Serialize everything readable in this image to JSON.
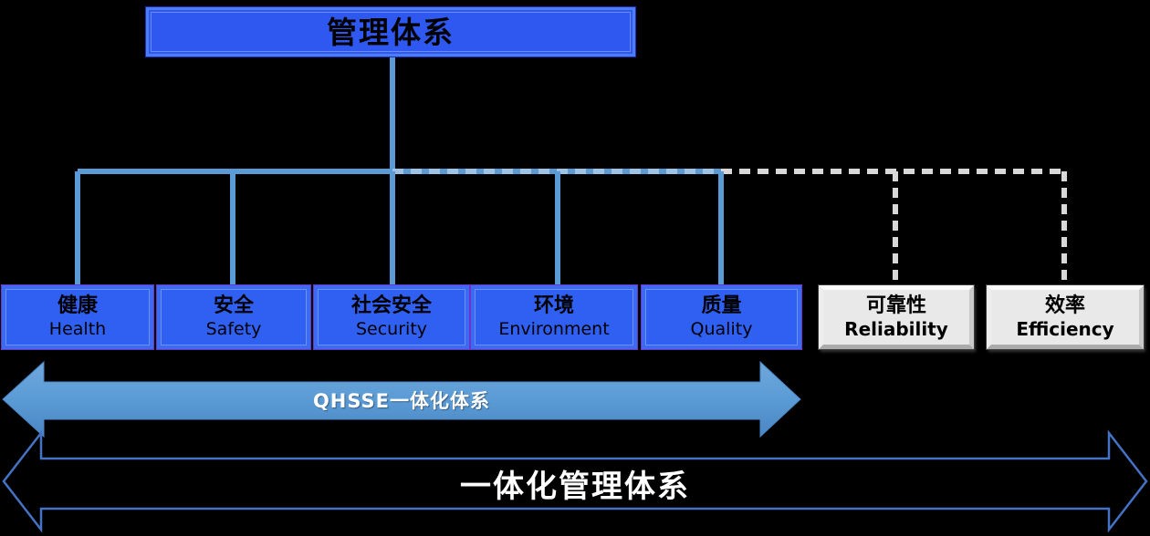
{
  "title": {
    "label": "管理体系"
  },
  "branches": [
    {
      "zh": "健康",
      "en": "Health",
      "style": "blue"
    },
    {
      "zh": "安全",
      "en": "Safety",
      "style": "blue"
    },
    {
      "zh": "社会安全",
      "en": "Security",
      "style": "blue"
    },
    {
      "zh": "环境",
      "en": "Environment",
      "style": "blue"
    },
    {
      "zh": "质量",
      "en": "Quality",
      "style": "blue"
    },
    {
      "zh": "可靠性",
      "en": "Reliability",
      "style": "gray"
    },
    {
      "zh": "效率",
      "en": "Efficiency",
      "style": "gray"
    }
  ],
  "qhsse_arrow": {
    "label": "QHSSE一体化体系"
  },
  "integrated_arrow": {
    "label": "一体化管理体系"
  },
  "colors": {
    "background": "#000000",
    "blue_node_fill": "#3060F2",
    "blue_node_border": "#3D6AF3",
    "gray_node_fill": "#E9E9E9",
    "connector_solid": "#5B9BD5",
    "connector_dashed": "#D8D8D8",
    "qhsse_arrow_fill": "#5B9BD5",
    "integrated_arrow_stroke": "#4472C4",
    "node_text": "#000000",
    "arrow_text": "#FFFFFF"
  }
}
